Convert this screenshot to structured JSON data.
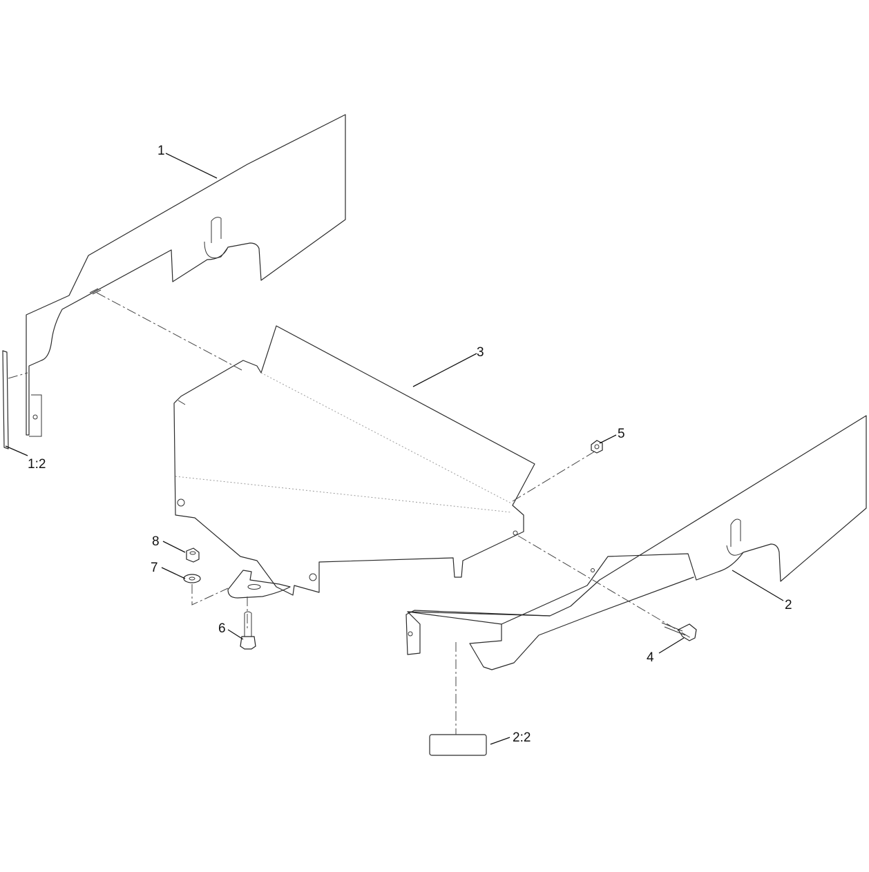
{
  "diagram": {
    "type": "exploded-parts-view",
    "callouts": [
      {
        "id": "c1",
        "label": "1"
      },
      {
        "id": "c1_2",
        "label": "1:2"
      },
      {
        "id": "c2",
        "label": "2"
      },
      {
        "id": "c2_2",
        "label": "2:2"
      },
      {
        "id": "c3",
        "label": "3"
      },
      {
        "id": "c4",
        "label": "4"
      },
      {
        "id": "c5",
        "label": "5"
      },
      {
        "id": "c6",
        "label": "6"
      },
      {
        "id": "c7",
        "label": "7"
      },
      {
        "id": "c8",
        "label": "8"
      }
    ],
    "line_color": "#2a2a2a",
    "background": "#ffffff"
  }
}
